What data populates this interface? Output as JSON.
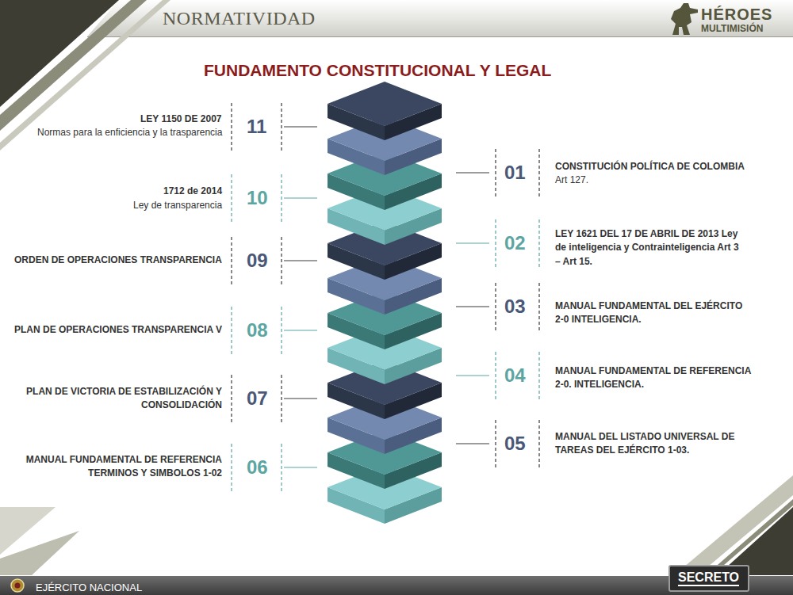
{
  "diagram": {
    "title": "FUNDAMENTO CONSTITUCIONAL Y LEGAL",
    "nodes": [
      {
        "text": [
          "EJÉRCITO NACIONAL"
        ]
      },
      {
        "text": [
          "SECRETO"
        ]
      }
    ],
    "labels": [
      "NORMATIVIDAD",
      "HÉROES",
      "MULTIMISIÓN",
      "11",
      "LEY 1150 DE 2007",
      "Normas para la enficiencia y la trasparencia",
      "10",
      "1712 de 2014",
      "Ley de transparencia",
      "09",
      "ORDEN DE OPERACIONES TRANSPARENCIA",
      "08",
      "PLAN DE OPERACIONES TRANSPARENCIA V",
      "07",
      "PLAN DE VICTORIA DE ESTABILIZACIÓN Y CONSOLIDACIÓN",
      "06",
      "MANUAL FUNDAMENTAL DE REFERENCIA TERMINOS Y SIMBOLOS 1-02",
      "01",
      "CONSTITUCIÓN POLÍTICA DE COLOMBIA",
      "Art 127.",
      "02",
      "LEY 1621 DEL 17 DE ABRIL DE 2013 Ley de inteligencia y Contrainteligencia Art 3 – Art 15.",
      "03",
      "MANUAL FUNDAMENTAL DEL EJÉRCITO 2-0 INTELIGENCIA.",
      "04",
      "MANUAL FUNDAMENTAL DE REFERENCIA 2-0. INTELIGENCIA.",
      "05",
      "MANUAL DEL LISTADO UNIVERSAL DE TAREAS DEL EJÉRCITO 1-03."
    ]
  }
}
